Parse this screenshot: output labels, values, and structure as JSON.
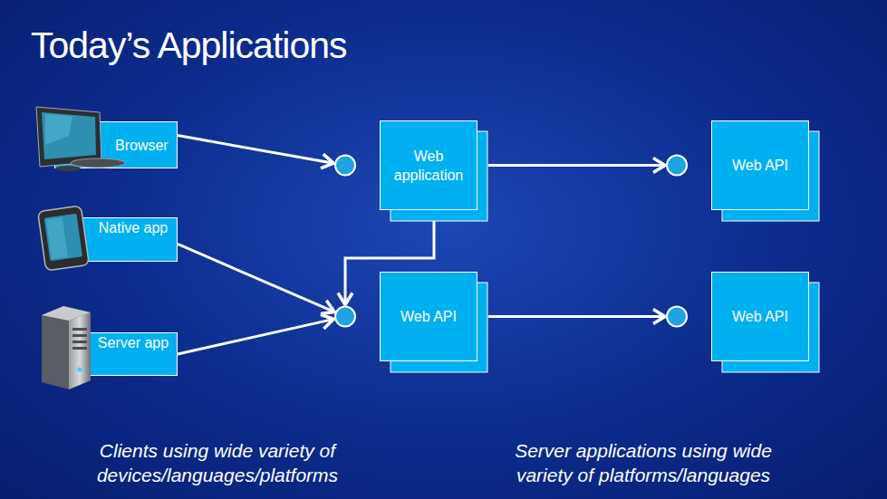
{
  "diagram": {
    "title": "Today’s Applications",
    "nodes": [
      {
        "text": [
          "Browser"
        ]
      },
      {
        "text": [
          "Web application"
        ]
      },
      {
        "text": [
          "Web API"
        ]
      },
      {
        "text": [
          "Native app"
        ]
      },
      {
        "text": [
          "Web API"
        ]
      },
      {
        "text": [
          "Web API"
        ]
      },
      {
        "text": [
          "Server app"
        ]
      }
    ],
    "edges": [
      {
        "from": 0,
        "to": 1,
        "arrow": "to"
      },
      {
        "from": 1,
        "to": 2,
        "arrow": "to"
      },
      {
        "from": 1,
        "to": 4,
        "arrow": "to"
      },
      {
        "from": 3,
        "to": 4,
        "arrow": "to"
      },
      {
        "from": 6,
        "to": 4,
        "arrow": "to"
      },
      {
        "from": 4,
        "to": 5,
        "arrow": "to"
      }
    ],
    "labels": [
      "Clients using wide variety of devices/languages/platforms",
      "Server applications using wide variety of platforms/languages"
    ]
  }
}
